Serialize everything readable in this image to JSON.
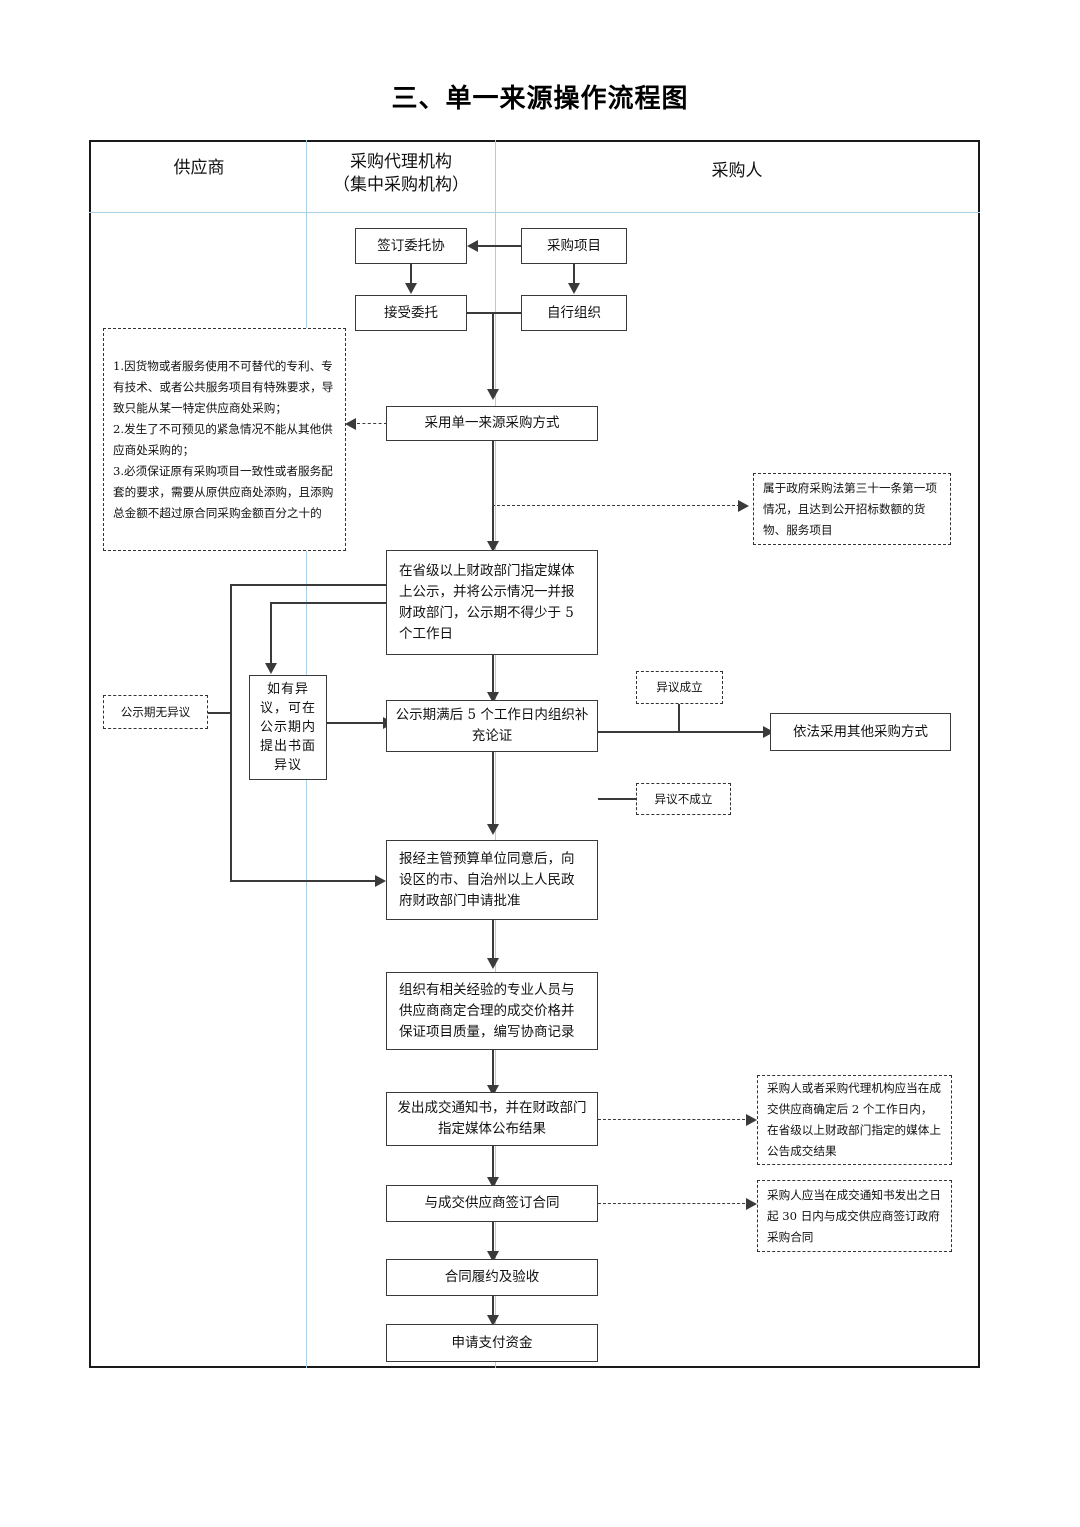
{
  "title": "三、单一来源操作流程图",
  "columns": [
    {
      "key": "supplier",
      "label": "供应商"
    },
    {
      "key": "agency",
      "label_line1": "采购代理机构",
      "label_line2": "（集中采购机构）"
    },
    {
      "key": "purchaser",
      "label": "采购人"
    }
  ],
  "nodes": {
    "sign_entrust": "签订委托协",
    "procurement_project": "采购项目",
    "accept_entrust": "接受委托",
    "self_organize": "自行组织",
    "adopt_single_source": "采用单一来源采购方式",
    "publicity": "在省级以上财政部门指定媒体上公示，并将公示情况一并报财政部门，公示期不得少于 5 个工作日",
    "objection_window": "如有异议，可在公示期内提出书面异议",
    "supplementary_demo": "公示期满后 5 个工作日内组织补充论证",
    "other_method": "依法采用其他采购方式",
    "apply_approval": "报经主管预算单位同意后，向设区的市、自治州以上人民政府财政部门申请批准",
    "negotiate_price": "组织有相关经验的专业人员与供应商商定合理的成交价格并保证项目质量，编写协商记录",
    "issue_notice": "发出成交通知书，并在财政部门指定媒体公布结果",
    "sign_contract": "与成交供应商签订合同",
    "contract_perform": "合同履约及验收",
    "apply_payment": "申请支付资金"
  },
  "notes": {
    "single_source_conditions": "1.因货物或者服务使用不可替代的专利、专有技术、或者公共服务项目有特殊要求，导致只能从某一特定供应商处采购；\n2.发生了不可预见的紧急情况不能从其他供应商处采购的；\n3.必须保证原有采购项目一致性或者服务配套的要求，需要从原供应商处添购，且添购总金额不超过原合同采购金额百分之十的",
    "law_article_31": "属于政府采购法第三十一条第一项情况，且达到公开招标数额的货物、服务项目",
    "no_objection": "公示期无异议",
    "objection_upheld": "异议成立",
    "objection_rejected": "异议不成立",
    "announce_result_rule": "采购人或者采购代理机构应当在成交供应商确定后 2 个工作日内，在省级以上财政部门指定的媒体上公告成交结果",
    "sign_contract_rule": "采购人应当在成交通知书发出之日起 30 日内与成交供应商签订政府采购合同"
  },
  "colors": {
    "frame_border": "#1a1a1a",
    "lane_divider": "#a8cfe4",
    "node_border": "#3a3a3a",
    "connector": "#3a3a3a",
    "background": "#ffffff"
  }
}
